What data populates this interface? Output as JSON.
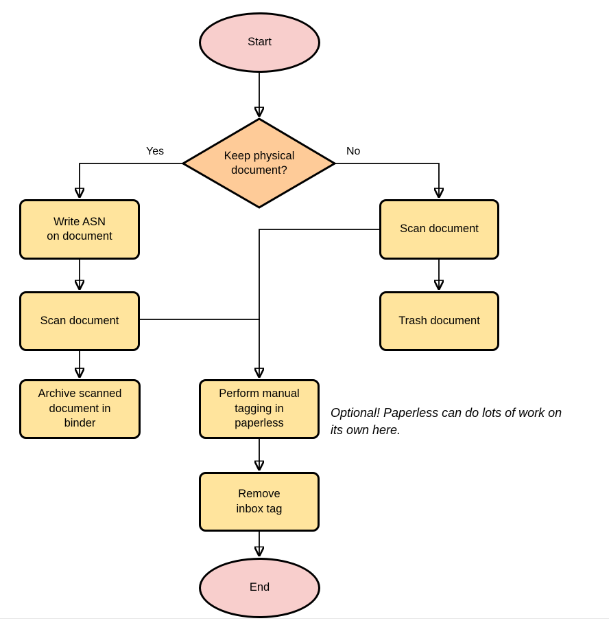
{
  "diagram": {
    "type": "flowchart",
    "nodes": {
      "start": {
        "label": "Start",
        "shape": "ellipse"
      },
      "decision": {
        "label": "Keep physical\ndocument?",
        "shape": "diamond"
      },
      "write_asn": {
        "label": "Write ASN\non document",
        "shape": "rounded-rect"
      },
      "scan_left": {
        "label": "Scan document",
        "shape": "rounded-rect"
      },
      "archive": {
        "label": "Archive scanned\ndocument in\nbinder",
        "shape": "rounded-rect"
      },
      "scan_right": {
        "label": "Scan document",
        "shape": "rounded-rect"
      },
      "trash": {
        "label": "Trash document",
        "shape": "rounded-rect"
      },
      "tagging": {
        "label": "Perform manual\ntagging in\npaperless",
        "shape": "rounded-rect"
      },
      "remove_inbox": {
        "label": "Remove\ninbox tag",
        "shape": "rounded-rect"
      },
      "end": {
        "label": "End",
        "shape": "ellipse"
      }
    },
    "edge_labels": {
      "yes": "Yes",
      "no": "No"
    },
    "edges": [
      "start -> decision",
      "decision -> write_asn (Yes)",
      "decision -> scan_right (No)",
      "write_asn -> scan_left",
      "scan_left -> archive",
      "scan_left -> tagging",
      "scan_right -> trash",
      "scan_right -> tagging",
      "tagging -> remove_inbox",
      "remove_inbox -> end"
    ],
    "annotation": "Optional! Paperless can do lots of work on\nits own here.",
    "colors": {
      "terminal_fill": "#f8cecc",
      "decision_fill": "#fecb98",
      "process_fill": "#ffe49d",
      "stroke": "#000000"
    }
  }
}
